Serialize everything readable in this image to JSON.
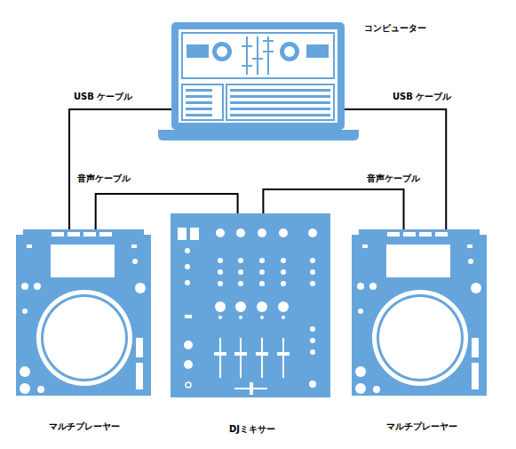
{
  "diagram": {
    "nodes": [
      {
        "text": [
          "コンピューター"
        ]
      },
      {
        "text": [
          "マルチプレーヤー"
        ]
      },
      {
        "text": [
          "DJミキサー"
        ]
      },
      {
        "text": [
          "マルチプレーヤー"
        ]
      }
    ],
    "edges": [
      {
        "from": 0,
        "to": 1,
        "arrow": "none",
        "label": "USB ケーブル"
      },
      {
        "from": 1,
        "to": 2,
        "arrow": "none",
        "label": "音声ケーブル"
      },
      {
        "from": 3,
        "to": 2,
        "arrow": "none",
        "label": "音声ケーブル"
      },
      {
        "from": 0,
        "to": 3,
        "arrow": "none",
        "label": "USB ケーブル"
      }
    ]
  }
}
